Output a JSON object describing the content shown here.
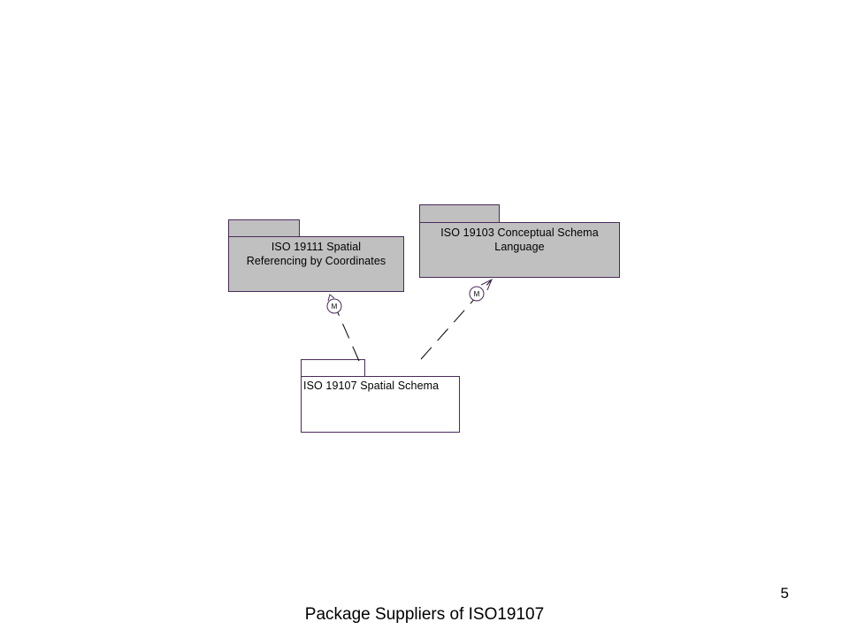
{
  "packages": {
    "spatial_referencing": {
      "name": "ISO 19111  Spatial\nReferencing by Coordinates",
      "fill": "#c0c0c0"
    },
    "conceptual_schema": {
      "name": "ISO 19103 Conceptual Schema\nLanguage",
      "fill": "#c0c0c0"
    },
    "spatial_schema": {
      "name": "ISO 19107 Spatial Schema",
      "fill": "#ffffff"
    }
  },
  "dependencies": {
    "to_spatial_referencing": {
      "stereotype_label": "M"
    },
    "to_conceptual_schema": {
      "stereotype_label": "M"
    }
  },
  "colors": {
    "outline": "#4a2a5a",
    "background": "#ffffff"
  },
  "page_number": "5",
  "caption": "Package Suppliers of ISO19107"
}
